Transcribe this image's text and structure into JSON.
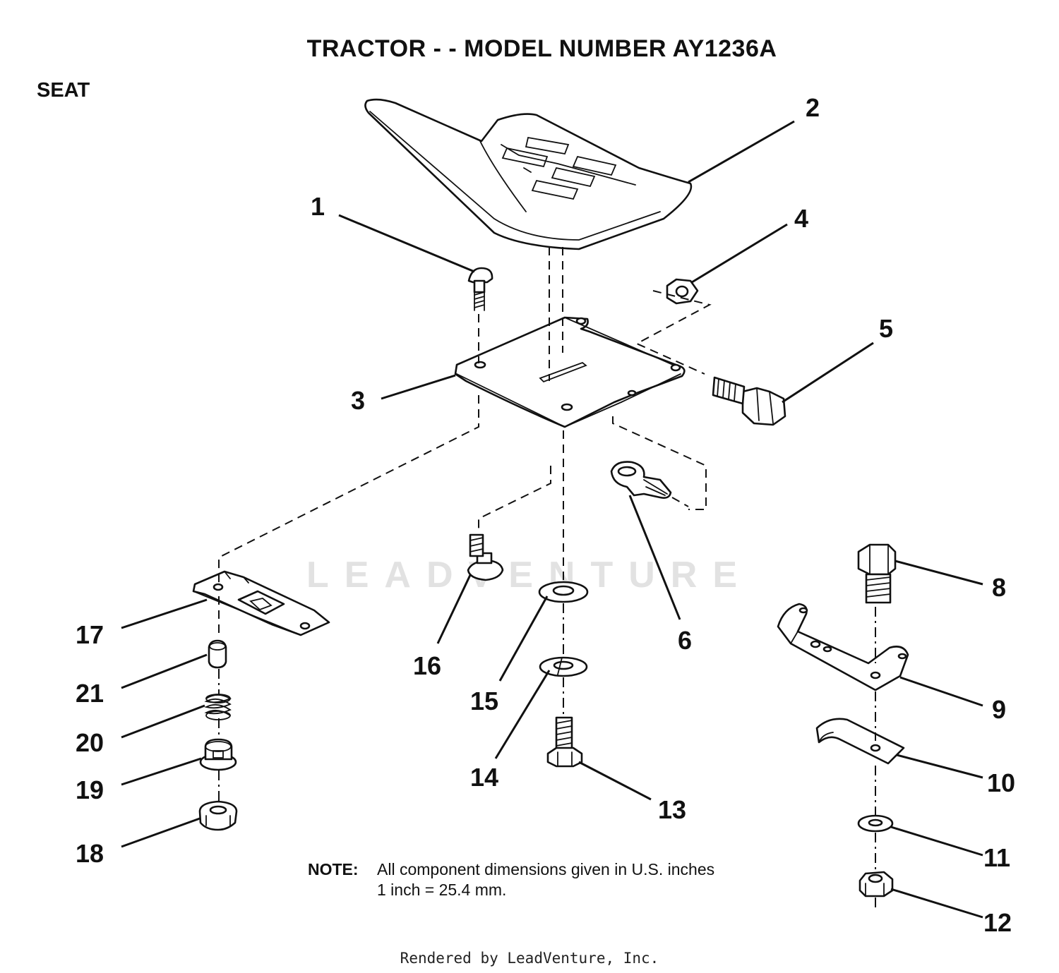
{
  "title": "TRACTOR - - MODEL NUMBER  AY1236A",
  "section": "SEAT",
  "callouts": [
    "1",
    "2",
    "3",
    "4",
    "5",
    "6",
    "8",
    "9",
    "10",
    "11",
    "12",
    "13",
    "14",
    "15",
    "16",
    "17",
    "18",
    "19",
    "20",
    "21"
  ],
  "note": {
    "label": "NOTE:",
    "line1": "All component dimensions given in U.S. inches",
    "line2": "1 inch = 25.4 mm."
  },
  "watermark": "LEADVENTURE",
  "footer": "Rendered by LeadVenture, Inc."
}
